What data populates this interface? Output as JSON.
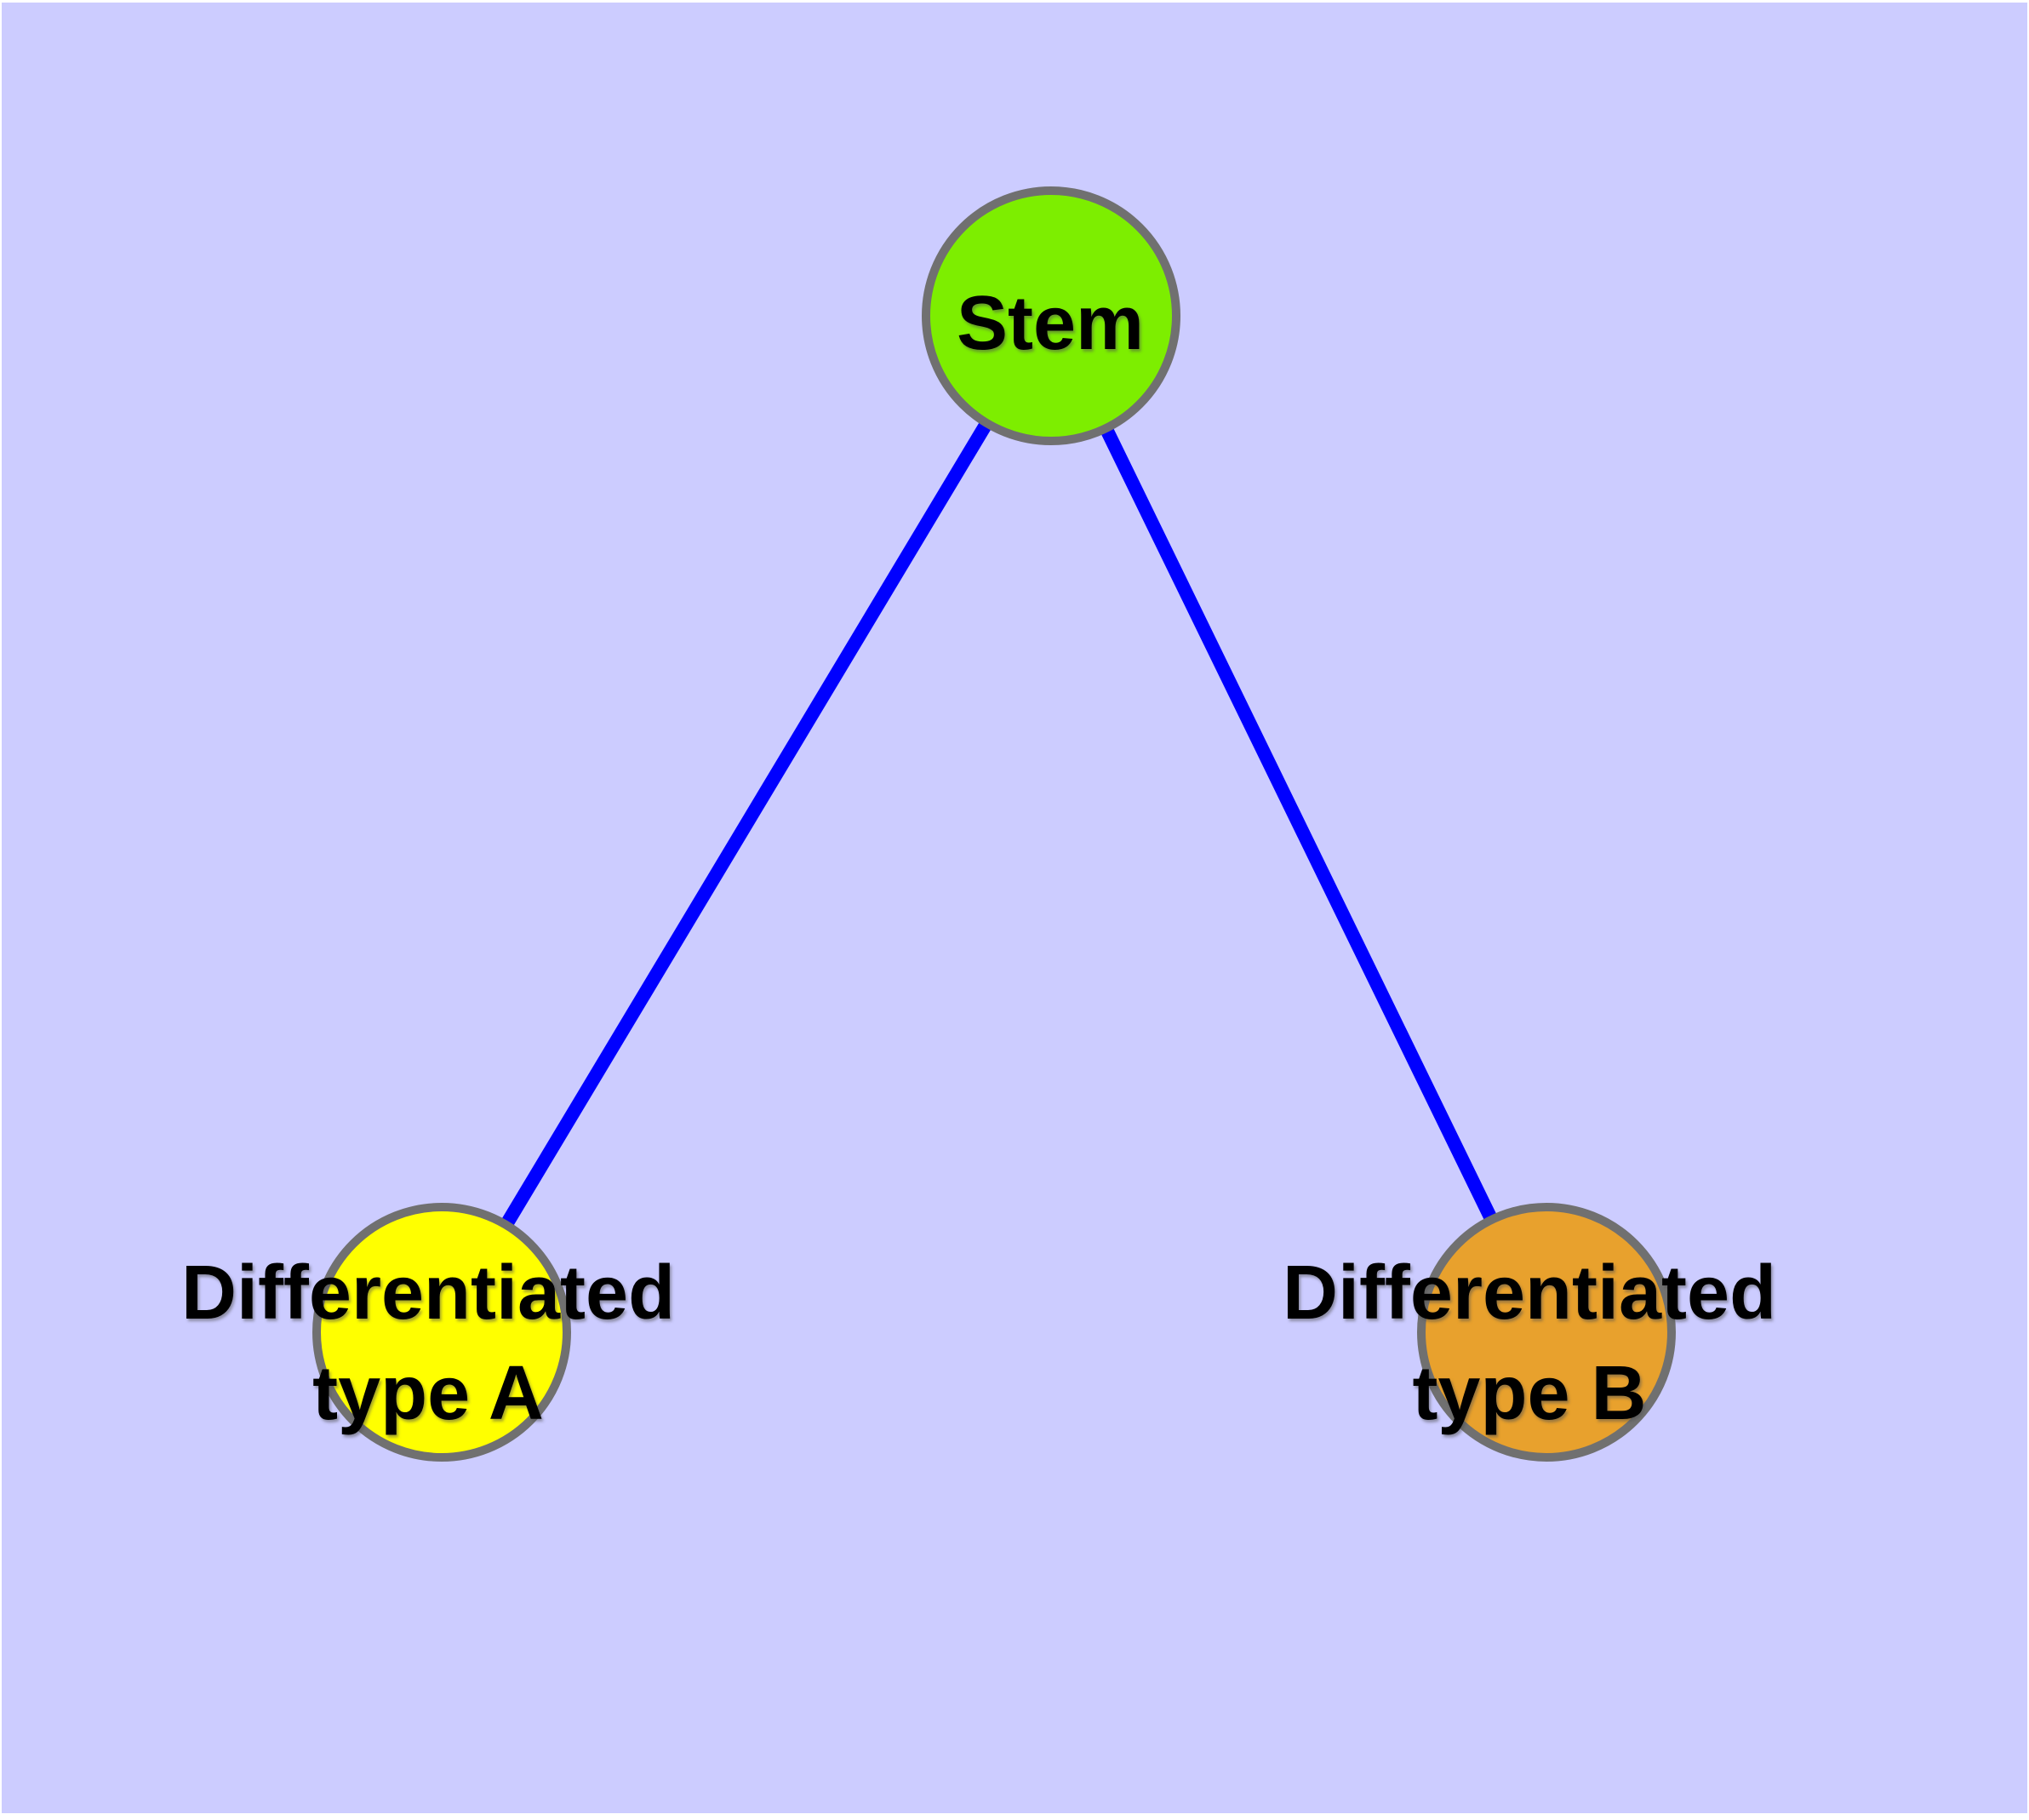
{
  "figure": {
    "colors": {
      "background": "#ccccff",
      "page_margin": "#ffffff",
      "edge": "#0000ff",
      "node_border": "#707070",
      "label_text": "#000000"
    },
    "nodes": [
      {
        "id": "stem",
        "label": "Stem",
        "lines": [
          "Stem"
        ],
        "fill": "#7dee00"
      },
      {
        "id": "differentiated-type-a",
        "label": "Differentiated type A",
        "lines": [
          "Differentiated",
          "type A"
        ],
        "fill": "#ffff00"
      },
      {
        "id": "differentiated-type-b",
        "label": "Differentiated type B",
        "lines": [
          "Differentiated",
          "type B"
        ],
        "fill": "#e8a12d"
      }
    ],
    "edges": [
      {
        "from": "Stem",
        "to": "Differentiated type A"
      },
      {
        "from": "Stem",
        "to": "Differentiated type B"
      }
    ]
  }
}
